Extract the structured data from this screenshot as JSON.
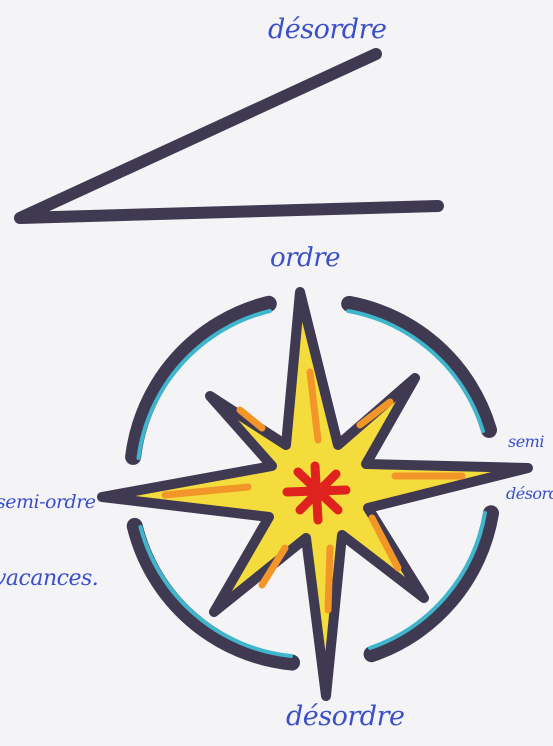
{
  "labels": {
    "top_desordre": "désordre",
    "ordre": "ordre",
    "semi_ordre_left": "semi-ordre",
    "vacances": "vacances.",
    "semi_right": "semi",
    "desordre_right": "désordre",
    "bottom_desordre": "désordre"
  },
  "colors": {
    "outline": "#3f3a52",
    "star_fill": "#f4dc3c",
    "star_accent": "#f2962a",
    "center": "#e0221e",
    "ring_highlight": "#40b6cc",
    "ink": "#3a4fc8"
  },
  "icons": [
    "wedge-symbol",
    "compass-rose-icon"
  ]
}
